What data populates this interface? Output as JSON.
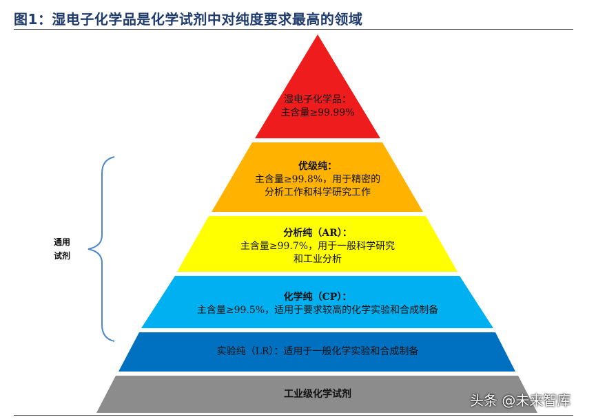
{
  "title": "图1：湿电子化学品是化学试剂中对纯度要求最高的领域",
  "bracket_label": [
    "通用",
    "试剂"
  ],
  "tiers": [
    {
      "color": "#ee1c1c",
      "lines": [
        "湿电子化学品：",
        "主含量≥99.99%"
      ]
    },
    {
      "color": "#ffb300",
      "lines": [
        "优级纯：",
        "主含量≥99.8%，用于精密的",
        "分析工作和科学研究工作"
      ]
    },
    {
      "color": "#ffff00",
      "lines": [
        "分析纯（AR）：",
        "主含量≥99.7%，用于一般科学研究",
        "和工业分析"
      ]
    },
    {
      "color": "#00b0f0",
      "lines": [
        "化学纯（CP）：",
        "主含量≥99.5%，适用于要求较高的化学实验和合成制备"
      ]
    },
    {
      "color": "#0070c0",
      "lines": [
        "实验纯（LR）：适用于一般化学实验和合成制备"
      ]
    },
    {
      "color": "#8c8c8c",
      "lines": [
        "工业级化学试剂"
      ]
    }
  ],
  "watermark": "头条 @未来智库"
}
